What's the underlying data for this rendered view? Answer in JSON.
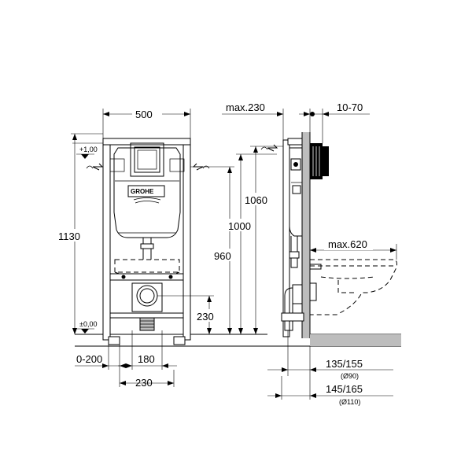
{
  "brand": "GROHE",
  "dimensions": {
    "frame_width": "500",
    "max_230": "max.230",
    "range_10_70": "10-70",
    "level_plus": "+1,00",
    "level_zero": "±0,00",
    "height_1130": "1130",
    "height_1060": "1060",
    "height_1000": "1000",
    "height_960": "960",
    "height_230": "230",
    "max_620": "max.620",
    "offset_0_200": "0-200",
    "width_180": "180",
    "width_230": "230",
    "pipe_135_155": "135/155",
    "pipe_d90": "(Ø90)",
    "pipe_145_165": "145/165",
    "pipe_d110": "(Ø110)"
  }
}
